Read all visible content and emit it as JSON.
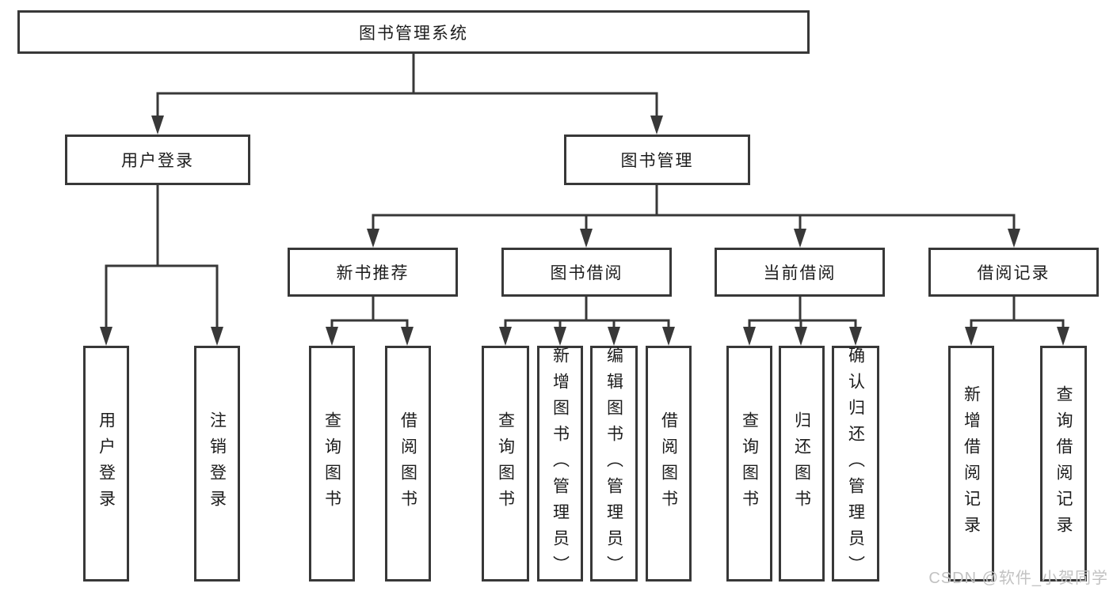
{
  "colors": {
    "line": "#383838",
    "box_border": "#383838",
    "text": "#1c1c1c",
    "watermark_text": "#c2c2c2"
  },
  "tree": {
    "root": {
      "label": "图书管理系统",
      "children": [
        {
          "label": "用户登录",
          "children": [
            {
              "label": "用户登录"
            },
            {
              "label": "注销登录"
            }
          ]
        },
        {
          "label": "图书管理",
          "children": [
            {
              "label": "新书推荐",
              "children": [
                {
                  "label": "查询图书"
                },
                {
                  "label": "借阅图书"
                }
              ]
            },
            {
              "label": "图书借阅",
              "children": [
                {
                  "label": "查询图书"
                },
                {
                  "label": "新增图书（管理员）"
                },
                {
                  "label": "编辑图书（管理员）"
                },
                {
                  "label": "借阅图书"
                }
              ]
            },
            {
              "label": "当前借阅",
              "children": [
                {
                  "label": "查询图书"
                },
                {
                  "label": "归还图书"
                },
                {
                  "label": "确认归还（管理员）"
                }
              ]
            },
            {
              "label": "借阅记录",
              "children": [
                {
                  "label": "新增借阅记录"
                },
                {
                  "label": "查询借阅记录"
                }
              ]
            }
          ]
        }
      ]
    }
  },
  "watermark": "CSDN @软件_小贺同学"
}
